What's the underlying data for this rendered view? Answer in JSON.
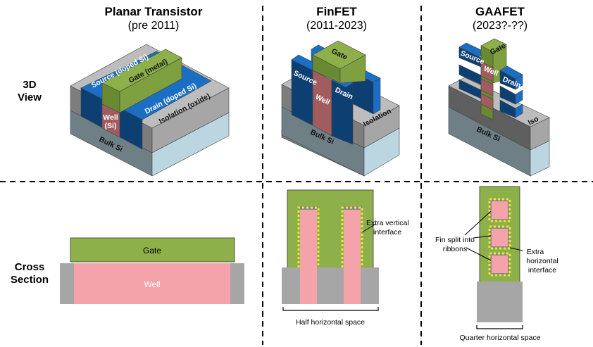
{
  "columns": [
    {
      "title": "Planar Transistor",
      "subtitle": "(pre 2011)"
    },
    {
      "title": "FinFET",
      "subtitle": "(2011-2023)"
    },
    {
      "title": "GAAFET",
      "subtitle": "(2023?-??)"
    }
  ],
  "rows": {
    "view3d": [
      "3D",
      "View"
    ],
    "cross": [
      "Cross",
      "Section"
    ]
  },
  "planar3d": {
    "source": "Source (doped Si)",
    "gate": "Gate (metal)",
    "drain": "Drain (doped Si)",
    "isolation": "Isolation (oxide)",
    "well": [
      "Well",
      "(Si)"
    ],
    "bulk": "Bulk Si"
  },
  "finfet3d": {
    "gate": "Gate",
    "source": "Source",
    "well": "Well",
    "drain": "Drain",
    "isolation": "Isolation",
    "bulk": "Bulk Si"
  },
  "gaafet3d": {
    "gate": "Gate",
    "source": "Source",
    "well": "Well",
    "drain": "Drain",
    "iso": "Iso",
    "bulk": "Bulk Si"
  },
  "planarCross": {
    "gate": "Gate",
    "well": "Well"
  },
  "finfetCross": {
    "annotation": [
      "Extra vertical",
      "interface"
    ],
    "width_label": "Half horizontal space"
  },
  "gaafetCross": {
    "split": [
      "Fin split into",
      "ribbons"
    ],
    "annotation": [
      "Extra",
      "horizontal",
      "interface"
    ],
    "width_label": "Quarter horizontal space"
  },
  "colors": {
    "gate": "#8db04a",
    "gate_dark": "#6a8a32",
    "well": "#f4a3ab",
    "well3d": "#a15c60",
    "blue": "#1a6fc4",
    "blue_dark": "#0d3f73",
    "gray": "#a6a6a6",
    "bulk": "#6e7f86",
    "bulk_light": "#bcd6e1",
    "dots": "#f0e636"
  }
}
